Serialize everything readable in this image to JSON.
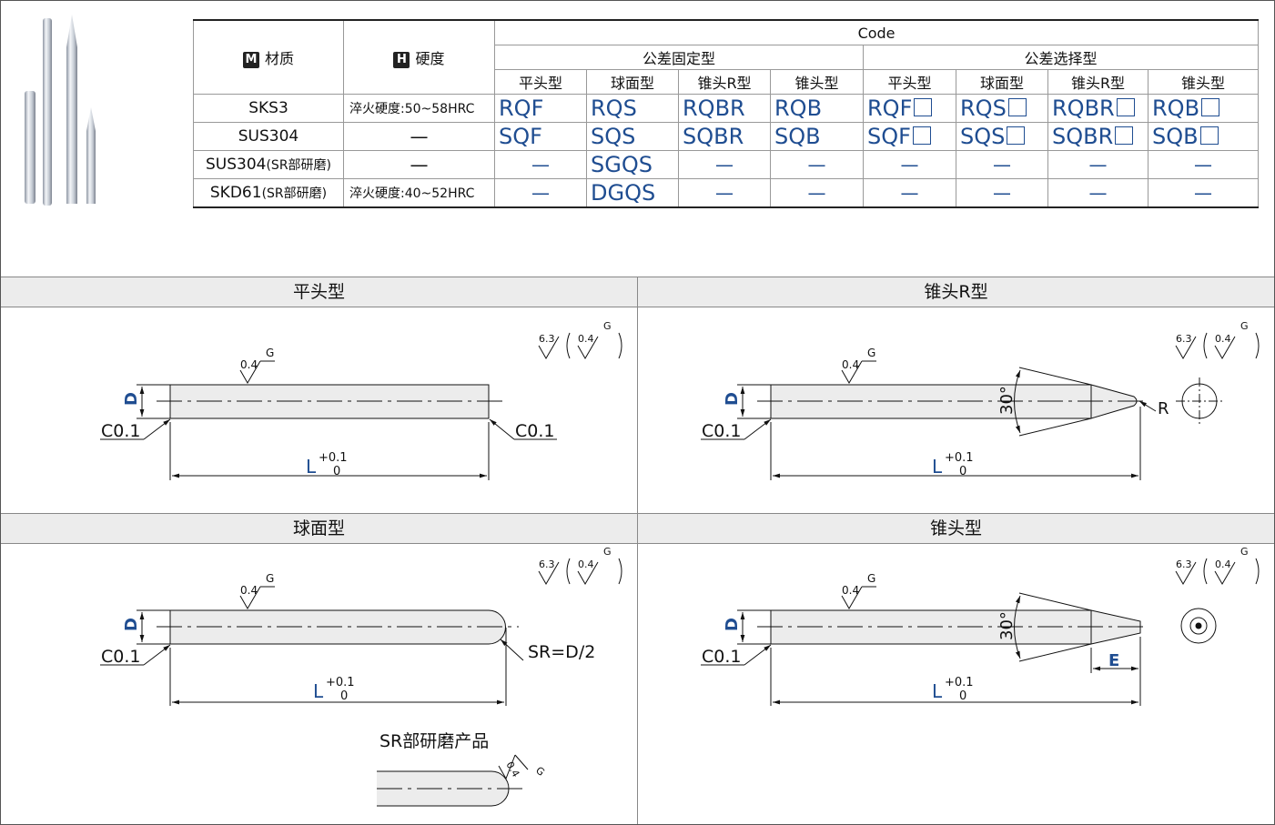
{
  "table": {
    "header_material_icon": "M",
    "header_material": "材质",
    "header_hardness_icon": "H",
    "header_hardness": "硬度",
    "header_code": "Code",
    "group_fixed": "公差固定型",
    "group_select": "公差选择型",
    "types": [
      "平头型",
      "球面型",
      "锥头R型",
      "锥头型",
      "平头型",
      "球面型",
      "锥头R型",
      "锥头型"
    ],
    "rows": [
      {
        "material": "SKS3",
        "material_note": "",
        "hardness": "淬火硬度:50~58HRC",
        "codes": [
          "RQF",
          "RQS",
          "RQBR",
          "RQB",
          "RQF",
          "RQS",
          "RQBR",
          "RQB"
        ],
        "boxed": [
          false,
          false,
          false,
          false,
          true,
          true,
          true,
          true
        ]
      },
      {
        "material": "SUS304",
        "material_note": "",
        "hardness": "—",
        "codes": [
          "SQF",
          "SQS",
          "SQBR",
          "SQB",
          "SQF",
          "SQS",
          "SQBR",
          "SQB"
        ],
        "boxed": [
          false,
          false,
          false,
          false,
          true,
          true,
          true,
          true
        ]
      },
      {
        "material": "SUS304",
        "material_note": "(SR部研磨)",
        "hardness": "—",
        "codes": [
          "—",
          "SGQS",
          "—",
          "—",
          "—",
          "—",
          "—",
          "—"
        ],
        "boxed": [
          false,
          false,
          false,
          false,
          false,
          false,
          false,
          false
        ]
      },
      {
        "material": "SKD61",
        "material_note": "(SR部研磨)",
        "hardness": "淬火硬度:40~52HRC",
        "codes": [
          "—",
          "DGQS",
          "—",
          "—",
          "—",
          "—",
          "—",
          "—"
        ],
        "boxed": [
          false,
          false,
          false,
          false,
          false,
          false,
          false,
          false
        ]
      }
    ]
  },
  "panels": {
    "flat": "平头型",
    "cone_r": "锥头R型",
    "sphere": "球面型",
    "cone": "锥头型"
  },
  "dims": {
    "d": "D",
    "l": "L",
    "tol_plus": "+0.1",
    "tol_zero": "0",
    "chamfer": "C0.1",
    "roughness_fine": "0.4",
    "roughness_rough": "6.3",
    "grind": "G",
    "angle": "30°",
    "radius": "R",
    "sphere_radius": "SR=D/2",
    "e": "E",
    "sr_ground": "SR部研磨产品"
  },
  "colors": {
    "code_blue": "#1f4d91",
    "header_bg": "#ececec"
  }
}
